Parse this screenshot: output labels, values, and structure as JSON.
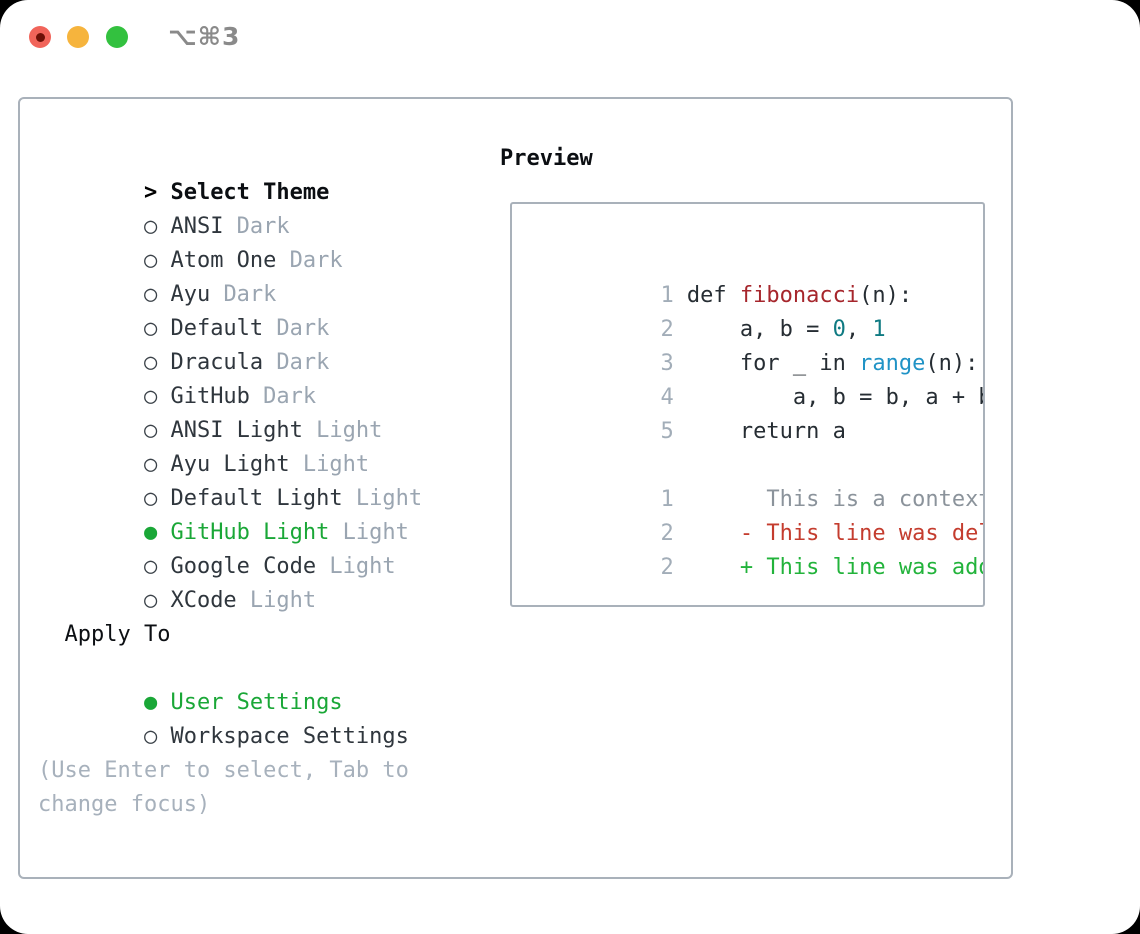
{
  "titlebar": {
    "shortcut": "⌥⌘3"
  },
  "theme_list": {
    "prompt": ">",
    "header": "Select Theme",
    "items": [
      {
        "bullet": "○",
        "name": "ANSI",
        "variant": "Dark",
        "selected": false
      },
      {
        "bullet": "○",
        "name": "Atom One",
        "variant": "Dark",
        "selected": false
      },
      {
        "bullet": "○",
        "name": "Ayu",
        "variant": "Dark",
        "selected": false
      },
      {
        "bullet": "○",
        "name": "Default",
        "variant": "Dark",
        "selected": false
      },
      {
        "bullet": "○",
        "name": "Dracula",
        "variant": "Dark",
        "selected": false
      },
      {
        "bullet": "○",
        "name": "GitHub",
        "variant": "Dark",
        "selected": false
      },
      {
        "bullet": "○",
        "name": "ANSI Light",
        "variant": "Light",
        "selected": false
      },
      {
        "bullet": "○",
        "name": "Ayu Light",
        "variant": "Light",
        "selected": false
      },
      {
        "bullet": "○",
        "name": "Default Light",
        "variant": "Light",
        "selected": false
      },
      {
        "bullet": "●",
        "name": "GitHub Light",
        "variant": "Light",
        "selected": true
      },
      {
        "bullet": "○",
        "name": "Google Code",
        "variant": "Light",
        "selected": false
      },
      {
        "bullet": "○",
        "name": "XCode",
        "variant": "Light",
        "selected": false
      }
    ]
  },
  "apply_to": {
    "header": "Apply To",
    "options": [
      {
        "bullet": "●",
        "name": "User Settings",
        "selected": true
      },
      {
        "bullet": "○",
        "name": "Workspace Settings",
        "selected": false
      }
    ]
  },
  "hint": "(Use Enter to select, Tab to change focus)",
  "preview": {
    "header": "Preview",
    "code_lines": [
      {
        "num": "1",
        "s1": "def ",
        "s2": "fibonacci",
        "s3": "(n):"
      },
      {
        "num": "2",
        "s1": "    a, b = ",
        "s2": "0",
        "s3": ", ",
        "s4": "1"
      },
      {
        "num": "3",
        "s1": "    for _ in ",
        "s2": "range",
        "s3": "(n):"
      },
      {
        "num": "4",
        "s1": "        a, b = b, a + b"
      },
      {
        "num": "5",
        "s1": "    return a"
      }
    ],
    "diff_lines": [
      {
        "num": "1",
        "text": "      This is a context line."
      },
      {
        "num": "2",
        "text": "    - This line was deleted."
      },
      {
        "num": "2",
        "text": "    + This line was added."
      }
    ]
  },
  "colors": {
    "selected_green": "#1aa737",
    "added_green": "#22b33b",
    "deleted_red": "#c43c2e",
    "context_gray": "#8b939b",
    "function_red": "#a6262c",
    "number_teal": "#0f7a82",
    "builtin_blue": "#2093c6",
    "variant_gray": "#9aa5b1",
    "border_gray": "#a9b1ba",
    "traffic_red": "#f1645a",
    "traffic_yellow": "#f6b43d",
    "traffic_green": "#33c13f"
  }
}
